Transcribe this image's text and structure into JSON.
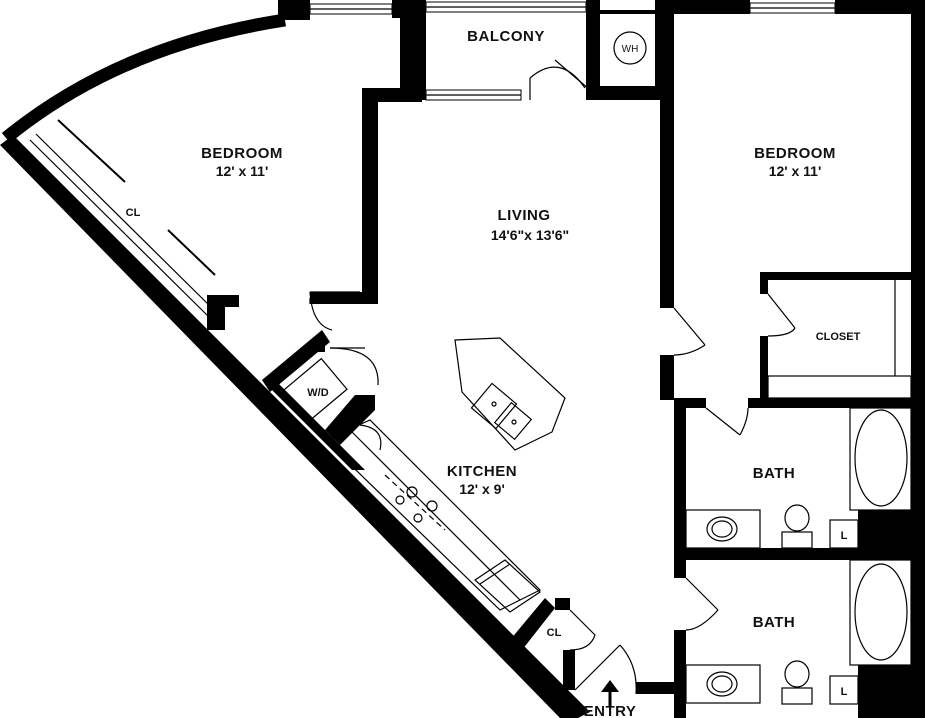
{
  "rooms": {
    "bedroom_left": {
      "name": "BEDROOM",
      "dims": "12' x 11'"
    },
    "bedroom_right": {
      "name": "BEDROOM",
      "dims": "12' x 11'"
    },
    "living": {
      "name": "LIVING",
      "dims": "14'6\"x 13'6\""
    },
    "kitchen": {
      "name": "KITCHEN",
      "dims": "12' x 9'"
    },
    "balcony": {
      "name": "BALCONY"
    },
    "bath_upper": {
      "name": "BATH"
    },
    "bath_lower": {
      "name": "BATH"
    },
    "closet": {
      "name": "CLOSET"
    }
  },
  "fixtures": {
    "water_heater": "WH",
    "washer_dryer": "W/D",
    "closet_left": "CL",
    "closet_entry": "CL",
    "linen_upper": "L",
    "linen_lower": "L"
  },
  "entry": {
    "label": "ENTRY",
    "icon": "arrow-up-icon"
  }
}
